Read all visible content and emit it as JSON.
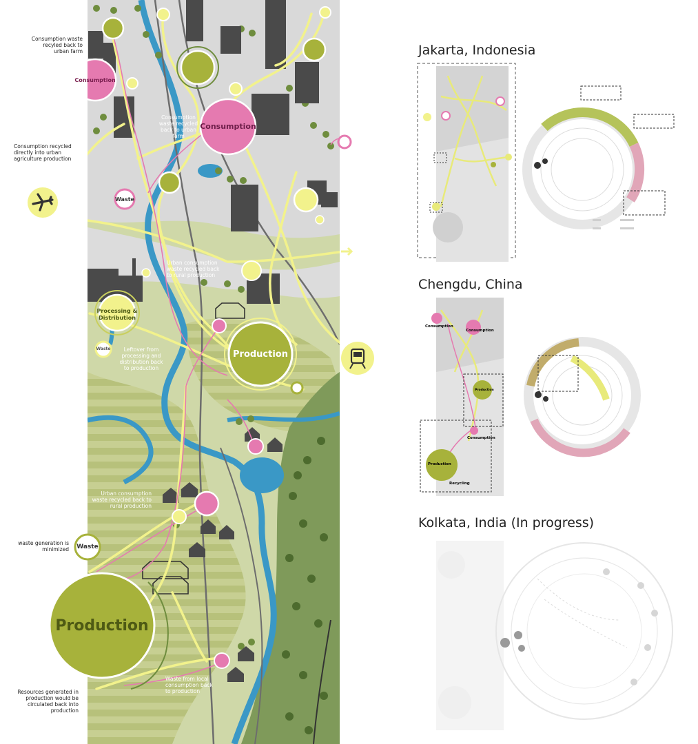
{
  "main_map": {
    "nodes": {
      "consumption_small": "Consumption",
      "consumption_large": "Consumption",
      "waste_map": "Waste",
      "processing": "Processing & Distribution",
      "waste_small": "Waste",
      "production_mid": "Production",
      "waste_left": "Waste",
      "production_large": "Production"
    },
    "annotations": {
      "consumption_urban_farm": "Consumption waste recyled back to urban farm",
      "consumption_recycled_direct": "Consumption recycled directly into urban agriculture production",
      "waste_minimized": "waste generation is minimized",
      "resources_circulated": "Resources generated in production would be circulated back into production"
    },
    "map_labels": {
      "consumption_waste_urban": "Consumption waste recycled back to urban farm",
      "urban_waste_rural": "Urban consumption waste recycled back to rural production",
      "leftover_processing": "Leftover from processing and distribution back to production",
      "urban_waste_rural_lower": "Urban consumption waste recycled back to rural production",
      "local_consumption": "Waste from local consumption back to production"
    }
  },
  "case_studies": [
    {
      "title": "Jakarta, Indonesia"
    },
    {
      "title": "Chengdu, China",
      "labels": {
        "consumption_a": "Consumption",
        "consumption_b": "Consumption",
        "production_node": "Production",
        "consumption_c": "Consumption",
        "production_big": "Production",
        "recycling": "Recycling"
      }
    },
    {
      "title": "Kolkata, India (In progress)"
    }
  ],
  "colors": {
    "production_green": "#a7b23b",
    "consumption_pink": "#e57ab0",
    "flow_yellow": "#f2f28c",
    "river_blue": "#3a98c6",
    "land_green": "#cfd8a8",
    "building_gray": "#4a4a4a"
  },
  "icons": [
    "airplane-icon",
    "train-icon",
    "gear-icon",
    "factory-icon",
    "greenhouse-icon",
    "house-icon",
    "building-icon",
    "tree-icon"
  ]
}
